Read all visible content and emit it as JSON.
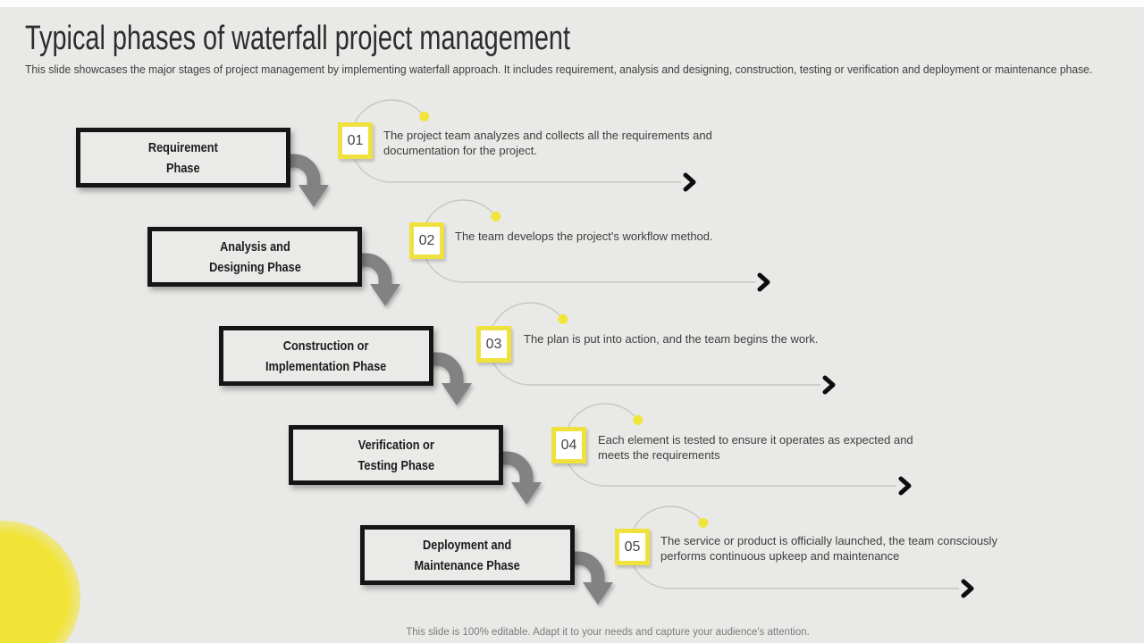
{
  "slide": {
    "title": "Typical phases of waterfall project management",
    "subtitle": "This slide showcases the major stages of project management by implementing waterfall approach. It includes requirement, analysis and designing, construction, testing or verification and deployment or maintenance phase.",
    "footer": "This slide is 100% editable.  Adapt it to your needs and capture your audience's attention."
  },
  "colors": {
    "background": "#E9E9E7",
    "accent_yellow": "#EFE23E",
    "box_border": "#151515",
    "connector_gray": "#C6C6C2",
    "arrow_gray": "#828282",
    "text_dark": "#2D2D2D",
    "text_body": "#3E3E3E",
    "text_muted": "#7C7C7C"
  },
  "phases": [
    {
      "number": "01",
      "name": "Requirement Phase",
      "name_lines": [
        "Requirement",
        "Phase"
      ],
      "description": "The project team analyzes and collects all the requirements and documentation for the project."
    },
    {
      "number": "02",
      "name": "Analysis and Designing Phase",
      "name_lines": [
        "Analysis and",
        "Designing Phase"
      ],
      "description": "The team develops the project's workflow method."
    },
    {
      "number": "03",
      "name": "Construction or Implementation Phase",
      "name_lines": [
        "Construction or",
        "Implementation Phase"
      ],
      "description": "The plan is put into action, and the team begins the work."
    },
    {
      "number": "04",
      "name": "Verification or Testing Phase",
      "name_lines": [
        "Verification or",
        "Testing Phase"
      ],
      "description": "Each element is tested to ensure it operates as expected and meets the requirements"
    },
    {
      "number": "05",
      "name": "Deployment and Maintenance Phase",
      "name_lines": [
        "Deployment and",
        "Maintenance Phase"
      ],
      "description": "The service or product is officially launched, the team consciously performs continuous upkeep and maintenance"
    }
  ]
}
